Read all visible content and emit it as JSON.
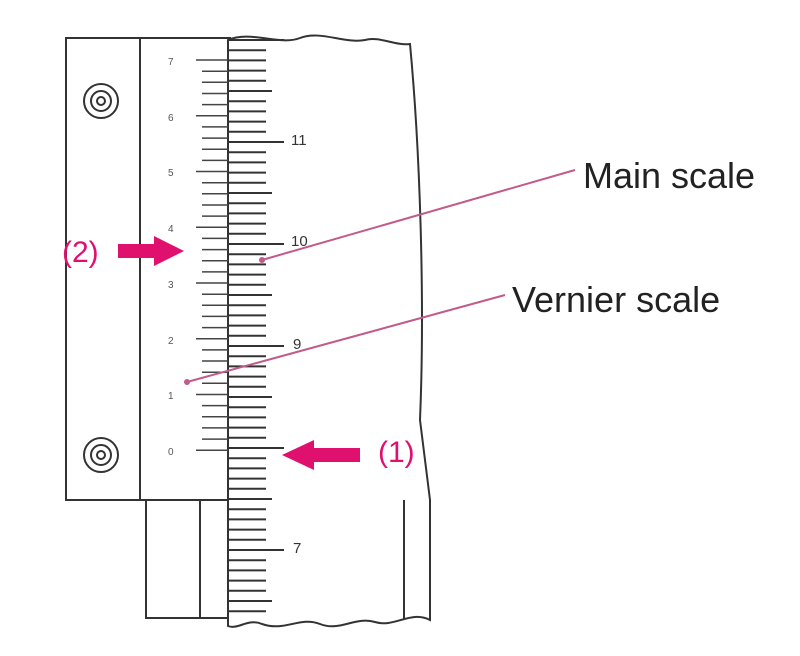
{
  "labels": {
    "main_scale": "Main scale",
    "vernier_scale": "Vernier scale",
    "marker_1": "(1)",
    "marker_2": "(2)"
  },
  "scales": {
    "main_numbers": [
      "11",
      "10",
      "9",
      "7"
    ],
    "vernier_numbers": [
      "7",
      "6",
      "5",
      "4",
      "3",
      "2",
      "1",
      "0"
    ]
  },
  "colors": {
    "accent": "#e0106e",
    "callout_line": "#c25a8a",
    "outline": "#333333"
  }
}
